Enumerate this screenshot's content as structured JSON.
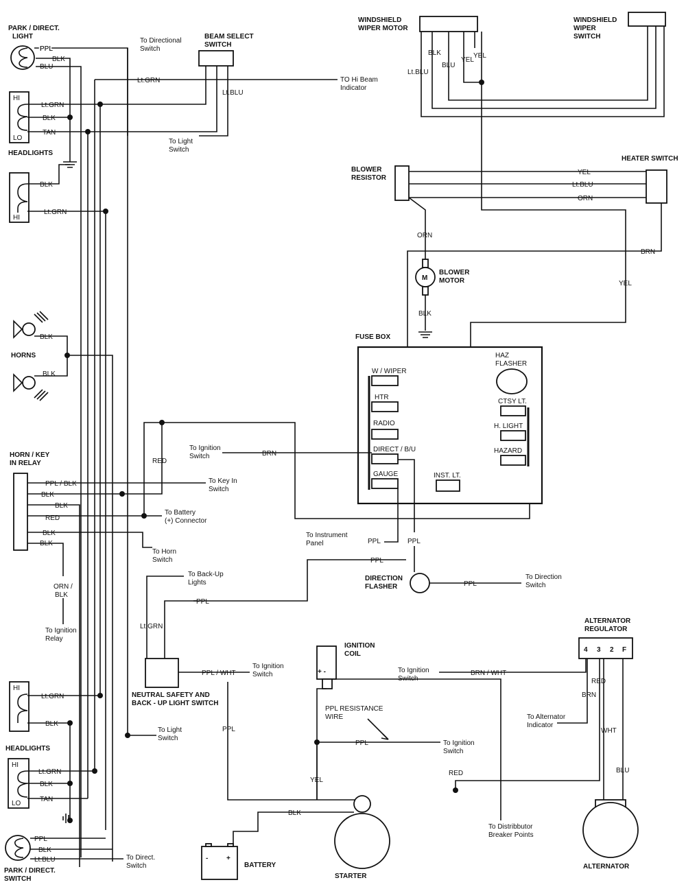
{
  "components": {
    "park_light_top": "PARK / DIRECT.\nLIGHT",
    "beam_select": "BEAM SELECT\nSWITCH",
    "headlights_top": "HEADLIGHTS",
    "horns": "HORNS",
    "horn_relay": "HORN / KEY\nIN RELAY",
    "headlights_bottom": "HEADLIGHTS",
    "park_switch": "PARK / DIRECT.\nSWITCH",
    "wiper_motor": "WINDSHIELD\nWIPER MOTOR",
    "wiper_switch": "WINDSHIELD\nWIPER\nSWITCH",
    "blower_resistor": "BLOWER\nRESISTOR",
    "heater_switch": "HEATER SWITCH",
    "blower_motor": "BLOWER\nMOTOR",
    "fuse_box": "FUSE BOX",
    "direction_flasher": "DIRECTION\nFLASHER",
    "neutral_switch": "NEUTRAL SAFETY AND\nBACK - UP LIGHT SWITCH",
    "ignition_coil": "IGNITION\nCOIL",
    "alt_regulator": "ALTERNATOR\nREGULATOR",
    "battery": "BATTERY",
    "starter": "STARTER",
    "alternator": "ALTERNATOR",
    "resistance_wire": "PPL  RESISTANCE\nWIRE",
    "hi": "HI",
    "lo": "LO",
    "hi2": "HI",
    "hi3": "HI",
    "hi4": "HI",
    "lo4": "LO",
    "m": "M",
    "reg_terms": [
      "4",
      "3",
      "2",
      "F"
    ],
    "coil_terms": "+  -",
    "batt_plus": "+",
    "batt_minus": "-"
  },
  "fuses": {
    "wiper": "W / WIPER",
    "htr": "HTR",
    "radio": "RADIO",
    "direct": "DIRECT / B/U",
    "gauge": "GAUGE",
    "haz_flasher": "HAZ\nFLASHER",
    "ctsy": "CTSY LT.",
    "hlight": "H. LIGHT",
    "hazard": "HAZARD",
    "inst": "INST. LT."
  },
  "notes": {
    "to_directional": "To Directional\nSwitch",
    "to_hi_beam": "TO Hi Beam\nIndicator",
    "to_light_switch_top": "To Light\nSwitch",
    "to_ign_switch_fuse": "To Ignition\nSwitch",
    "to_key_in": "To Key In\nSwitch",
    "to_battery_conn": "To Battery\n(+) Connector",
    "to_horn_switch": "To Horn\nSwitch",
    "to_ign_relay": "To Ignition\nRelay",
    "to_backup": "To Back-Up\nLights",
    "to_instrument": "To Instrument\nPanel",
    "to_direction_sw": "To Direction\nSwitch",
    "to_ign_neutral": "To Ignition\nSwitch",
    "to_light_switch_bottom": "To Light\nSwitch",
    "to_direct_switch": "To Direct.\nSwitch",
    "to_ign_regulator": "To Ignition\nSwitch",
    "to_alt_indicator": "To Alternator\nIndicator",
    "to_ign_resist": "To Ignition\nSwitch",
    "to_distributor": "To Distribbutor\nBreaker Points"
  },
  "wires": {
    "ppl": "PPL",
    "blk": "BLK",
    "blu": "BLU",
    "ltgrn": "Lt.GRN",
    "ltblu": "Lt.BLU",
    "tan": "TAN",
    "yel": "YEL",
    "orn": "ORN",
    "brn": "BRN",
    "red": "RED",
    "wht": "WHT",
    "ppl_blk": "PPL / BLK",
    "orn_blk": "ORN /\nBLK",
    "ppl_wht": "PPL / WHT",
    "brn_wht": "BRN / WHT",
    "ltblu_short": "Lt.BLU",
    "ltgrn_top": "Lt.GRN"
  }
}
